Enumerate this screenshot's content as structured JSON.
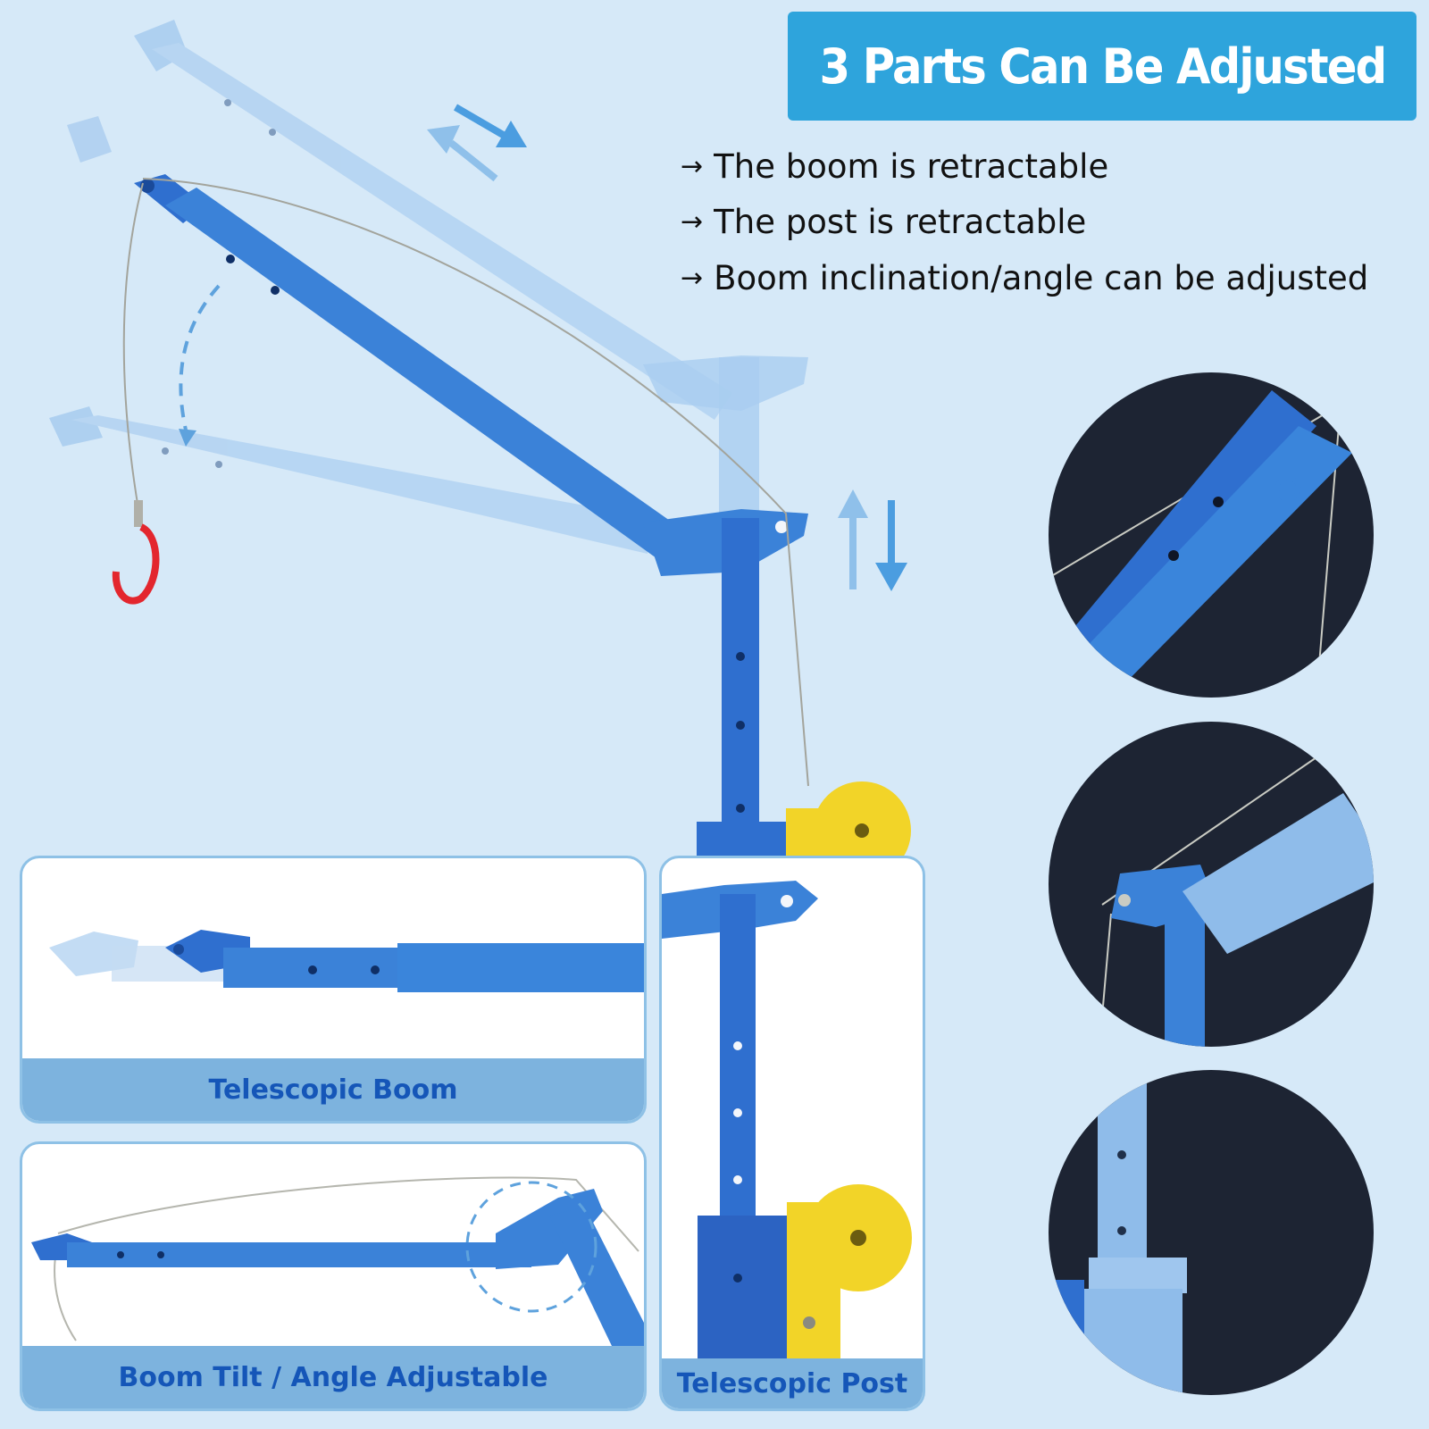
{
  "header": {
    "title": "3 Parts Can Be Adjusted"
  },
  "features": [
    {
      "arrow": "→",
      "text": "The boom is retractable"
    },
    {
      "arrow": "→",
      "text": "The post is retractable"
    },
    {
      "arrow": "→",
      "text": "Boom inclination/angle can be adjusted"
    }
  ],
  "panels": {
    "telescopic_boom": "Telescopic Boom",
    "boom_tilt": "Boom Tilt / Angle Adjustable",
    "telescopic_post": "Telescopic Post"
  },
  "colors": {
    "background": "#d6e9f8",
    "banner": "#2ea4dc",
    "crane_blue": "#2f6fcf",
    "crane_light": "#a9cdf0",
    "winch_yellow": "#f2d428",
    "hook_red": "#e3262e",
    "label_bar": "#7db3de",
    "label_text": "#1556b8",
    "circle_bg": "#1d2433"
  }
}
